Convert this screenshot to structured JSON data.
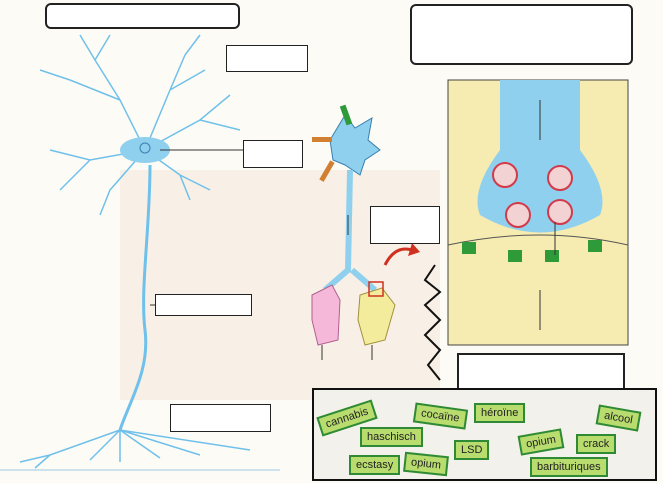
{
  "drug_labels": [
    "cannabis",
    "cocaïne",
    "héroïne",
    "alcool",
    "haschisch",
    "LSD",
    "opium",
    "crack",
    "ecstasy",
    "opium",
    "barbituriques"
  ],
  "colors": {
    "neuron": "#8fd0ee",
    "neuron_line": "#5aaee0",
    "postsyn_pink": "#f5b8d8",
    "postsyn_yellow": "#f2ec9c",
    "receptor": "#2e9a3a",
    "vesicle": "#d23a4a",
    "synapse_bg": "#f6ebb0"
  }
}
